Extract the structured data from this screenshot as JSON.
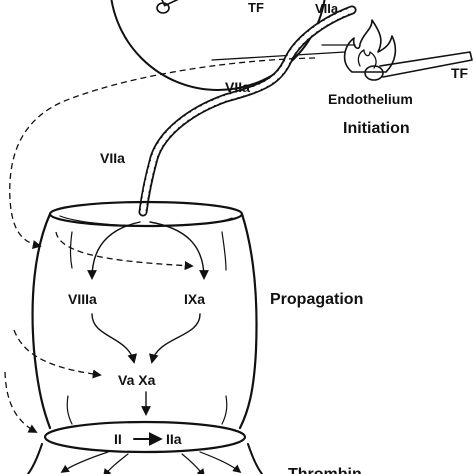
{
  "labels": {
    "tf_top": "TF",
    "viia_top": "VIIa",
    "tf_right": "TF",
    "endothelium": "Endothelium",
    "initiation": "Initiation",
    "viia_left": "VIIa",
    "viia_mid": "VIIa",
    "viiia": "VIIIa",
    "ixa": "IXa",
    "propagation": "Propagation",
    "va_xa": "Va Xa",
    "ii": "II",
    "iia": "IIa",
    "thrombin": "Thrombin"
  }
}
